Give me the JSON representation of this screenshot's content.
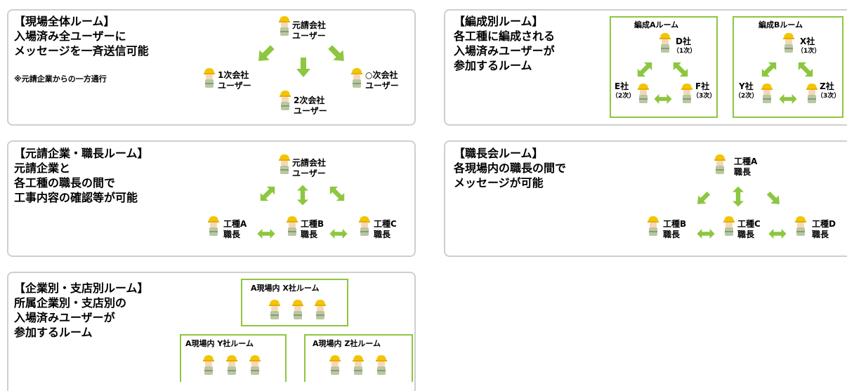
{
  "colors": {
    "accent_green": "#8dc63f",
    "panel_border": "#cfcfcf",
    "helmet": "#f4c400",
    "uniform": "#b9c7a2"
  },
  "icons": {
    "person": "worker-with-helmet-icon",
    "arrow": "green-arrow-icon",
    "double_arrow": "green-double-arrow-icon"
  },
  "panel1": {
    "title": "【現場全体ルーム】\n入場済み全ユーザーに\nメッセージを一斉送信可能",
    "note": "※元請企業からの一方通行",
    "top": "元請会社\nユーザー",
    "left": "1次会社\nユーザー",
    "middle": "2次会社\nユーザー",
    "right": "○次会社\nユーザー"
  },
  "panel2": {
    "title": "【編成別ルーム】\n各工種に編成される\n入場済みユーザーが\n参加するルーム",
    "groupA": {
      "title": "編成Aルーム",
      "top": "D社",
      "top_sub": "（1次）",
      "left": "E社",
      "left_sub": "（2次）",
      "right": "F社",
      "right_sub": "（3次）"
    },
    "groupB": {
      "title": "編成Bルーム",
      "top": "X社",
      "top_sub": "（1次）",
      "left": "Y社",
      "left_sub": "（2次）",
      "right": "Z社",
      "right_sub": "（3次）"
    }
  },
  "panel3": {
    "title": "【元請企業・職長ルーム】\n元請企業と\n各工種の職長の間で\n工事内容の確認等が可能",
    "top": "元請会社\nユーザー",
    "left": "工種A\n職長",
    "middle": "工種B\n職長",
    "right": "工種C\n職長"
  },
  "panel4": {
    "title": "【職長会ルーム】\n各現場内の職長の間で\nメッセージが可能",
    "top": "工種A\n職長",
    "left": "工種B\n職長",
    "middle": "工種C\n職長",
    "right": "工種D\n職長"
  },
  "panel5": {
    "title": "【企業別・支店別ルーム】\n所属企業別・支店別の\n入場済みユーザーが\n参加するルーム",
    "boxX": "A現場内 X社ルーム",
    "boxY": "A現場内 Y社ルーム",
    "boxZ": "A現場内 Z社ルーム"
  }
}
